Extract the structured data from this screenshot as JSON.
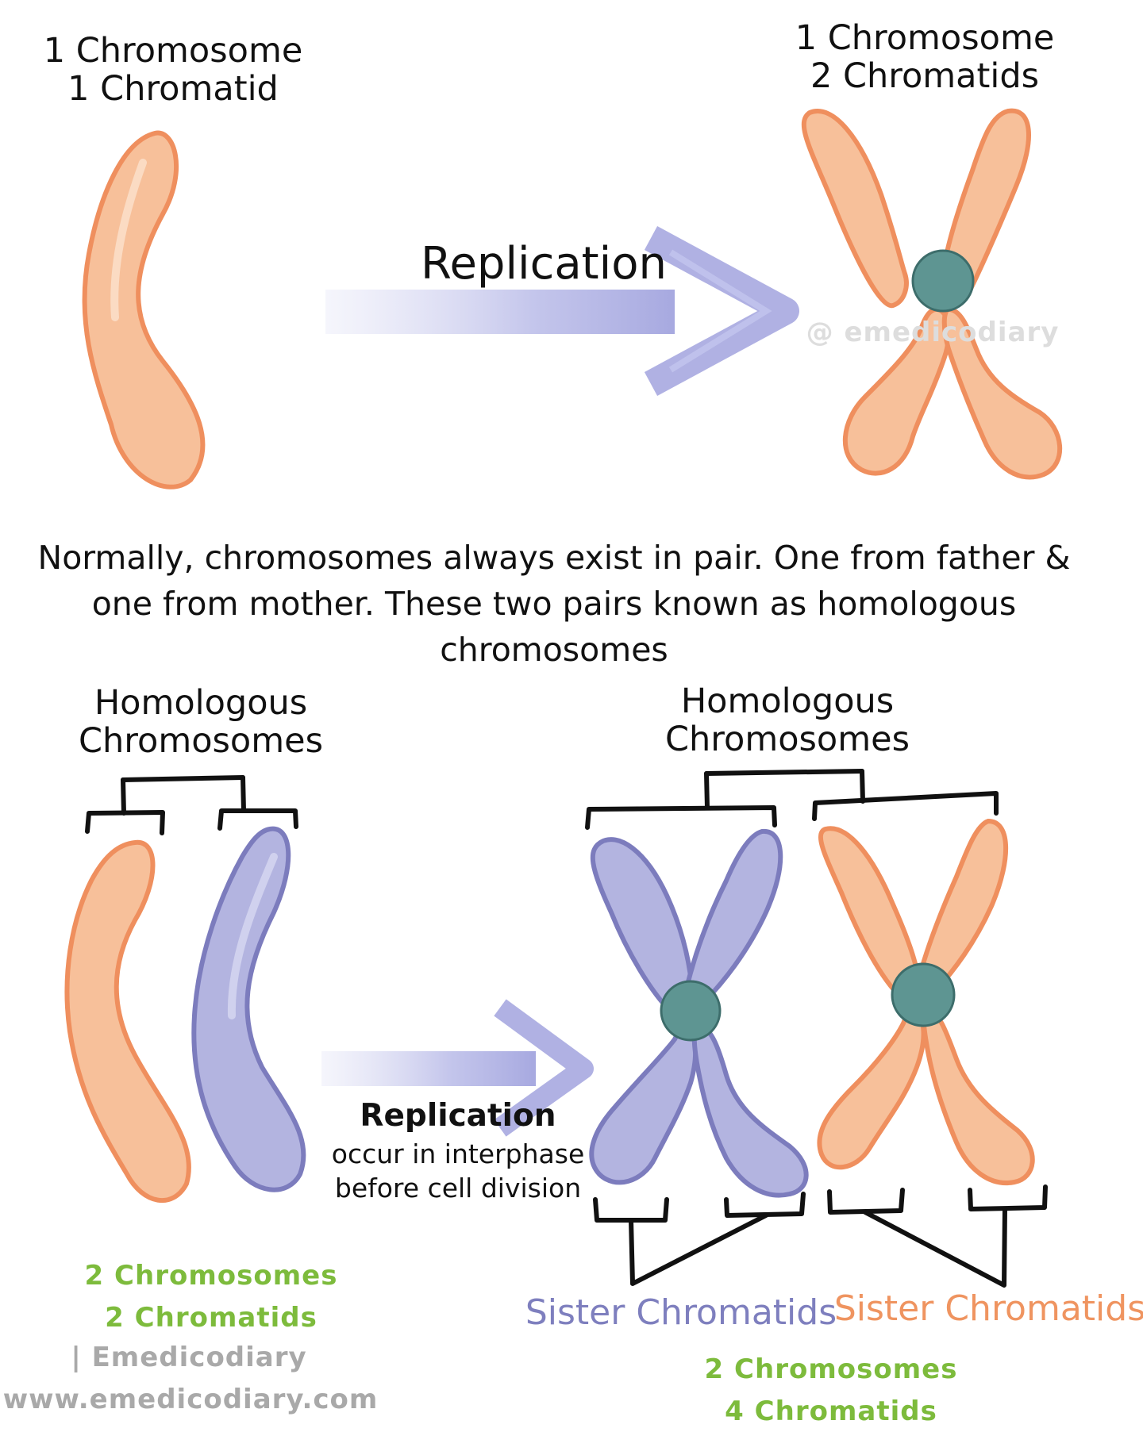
{
  "top": {
    "left_label": [
      "1 Chromosome",
      "1 Chromatid"
    ],
    "right_label": [
      "1 Chromosome",
      "2 Chromatids"
    ],
    "arrow_label": "Replication",
    "watermark": "@ emedicodiary"
  },
  "description": "Normally, chromosomes always exist in pair. One from father & one from mother. These two pairs known as homologous chromosomes",
  "bottom": {
    "left_header": [
      "Homologous",
      "Chromosomes"
    ],
    "right_header": [
      "Homologous",
      "Chromosomes"
    ],
    "replication_title": "Replication",
    "replication_note": [
      "occur in interphase",
      "before cell division"
    ],
    "left_counts": [
      "2 Chromosomes",
      "2 Chromatids"
    ],
    "sister_purple": "Sister Chromatids",
    "sister_orange": "Sister Chromatids",
    "right_counts": [
      "2 Chromosomes",
      "4 Chromatids"
    ]
  },
  "footer": {
    "brand": "| Emedicodiary",
    "url": "www.emedicodiary.com"
  },
  "colors": {
    "orange_fill": "#f7c09a",
    "orange_stroke": "#ef8f5e",
    "purple_fill": "#b3b4e0",
    "purple_stroke": "#7c7cbd",
    "centromere": "#5e9592",
    "arrow": "#b6b8e6",
    "green_text": "#7dbb3c"
  }
}
